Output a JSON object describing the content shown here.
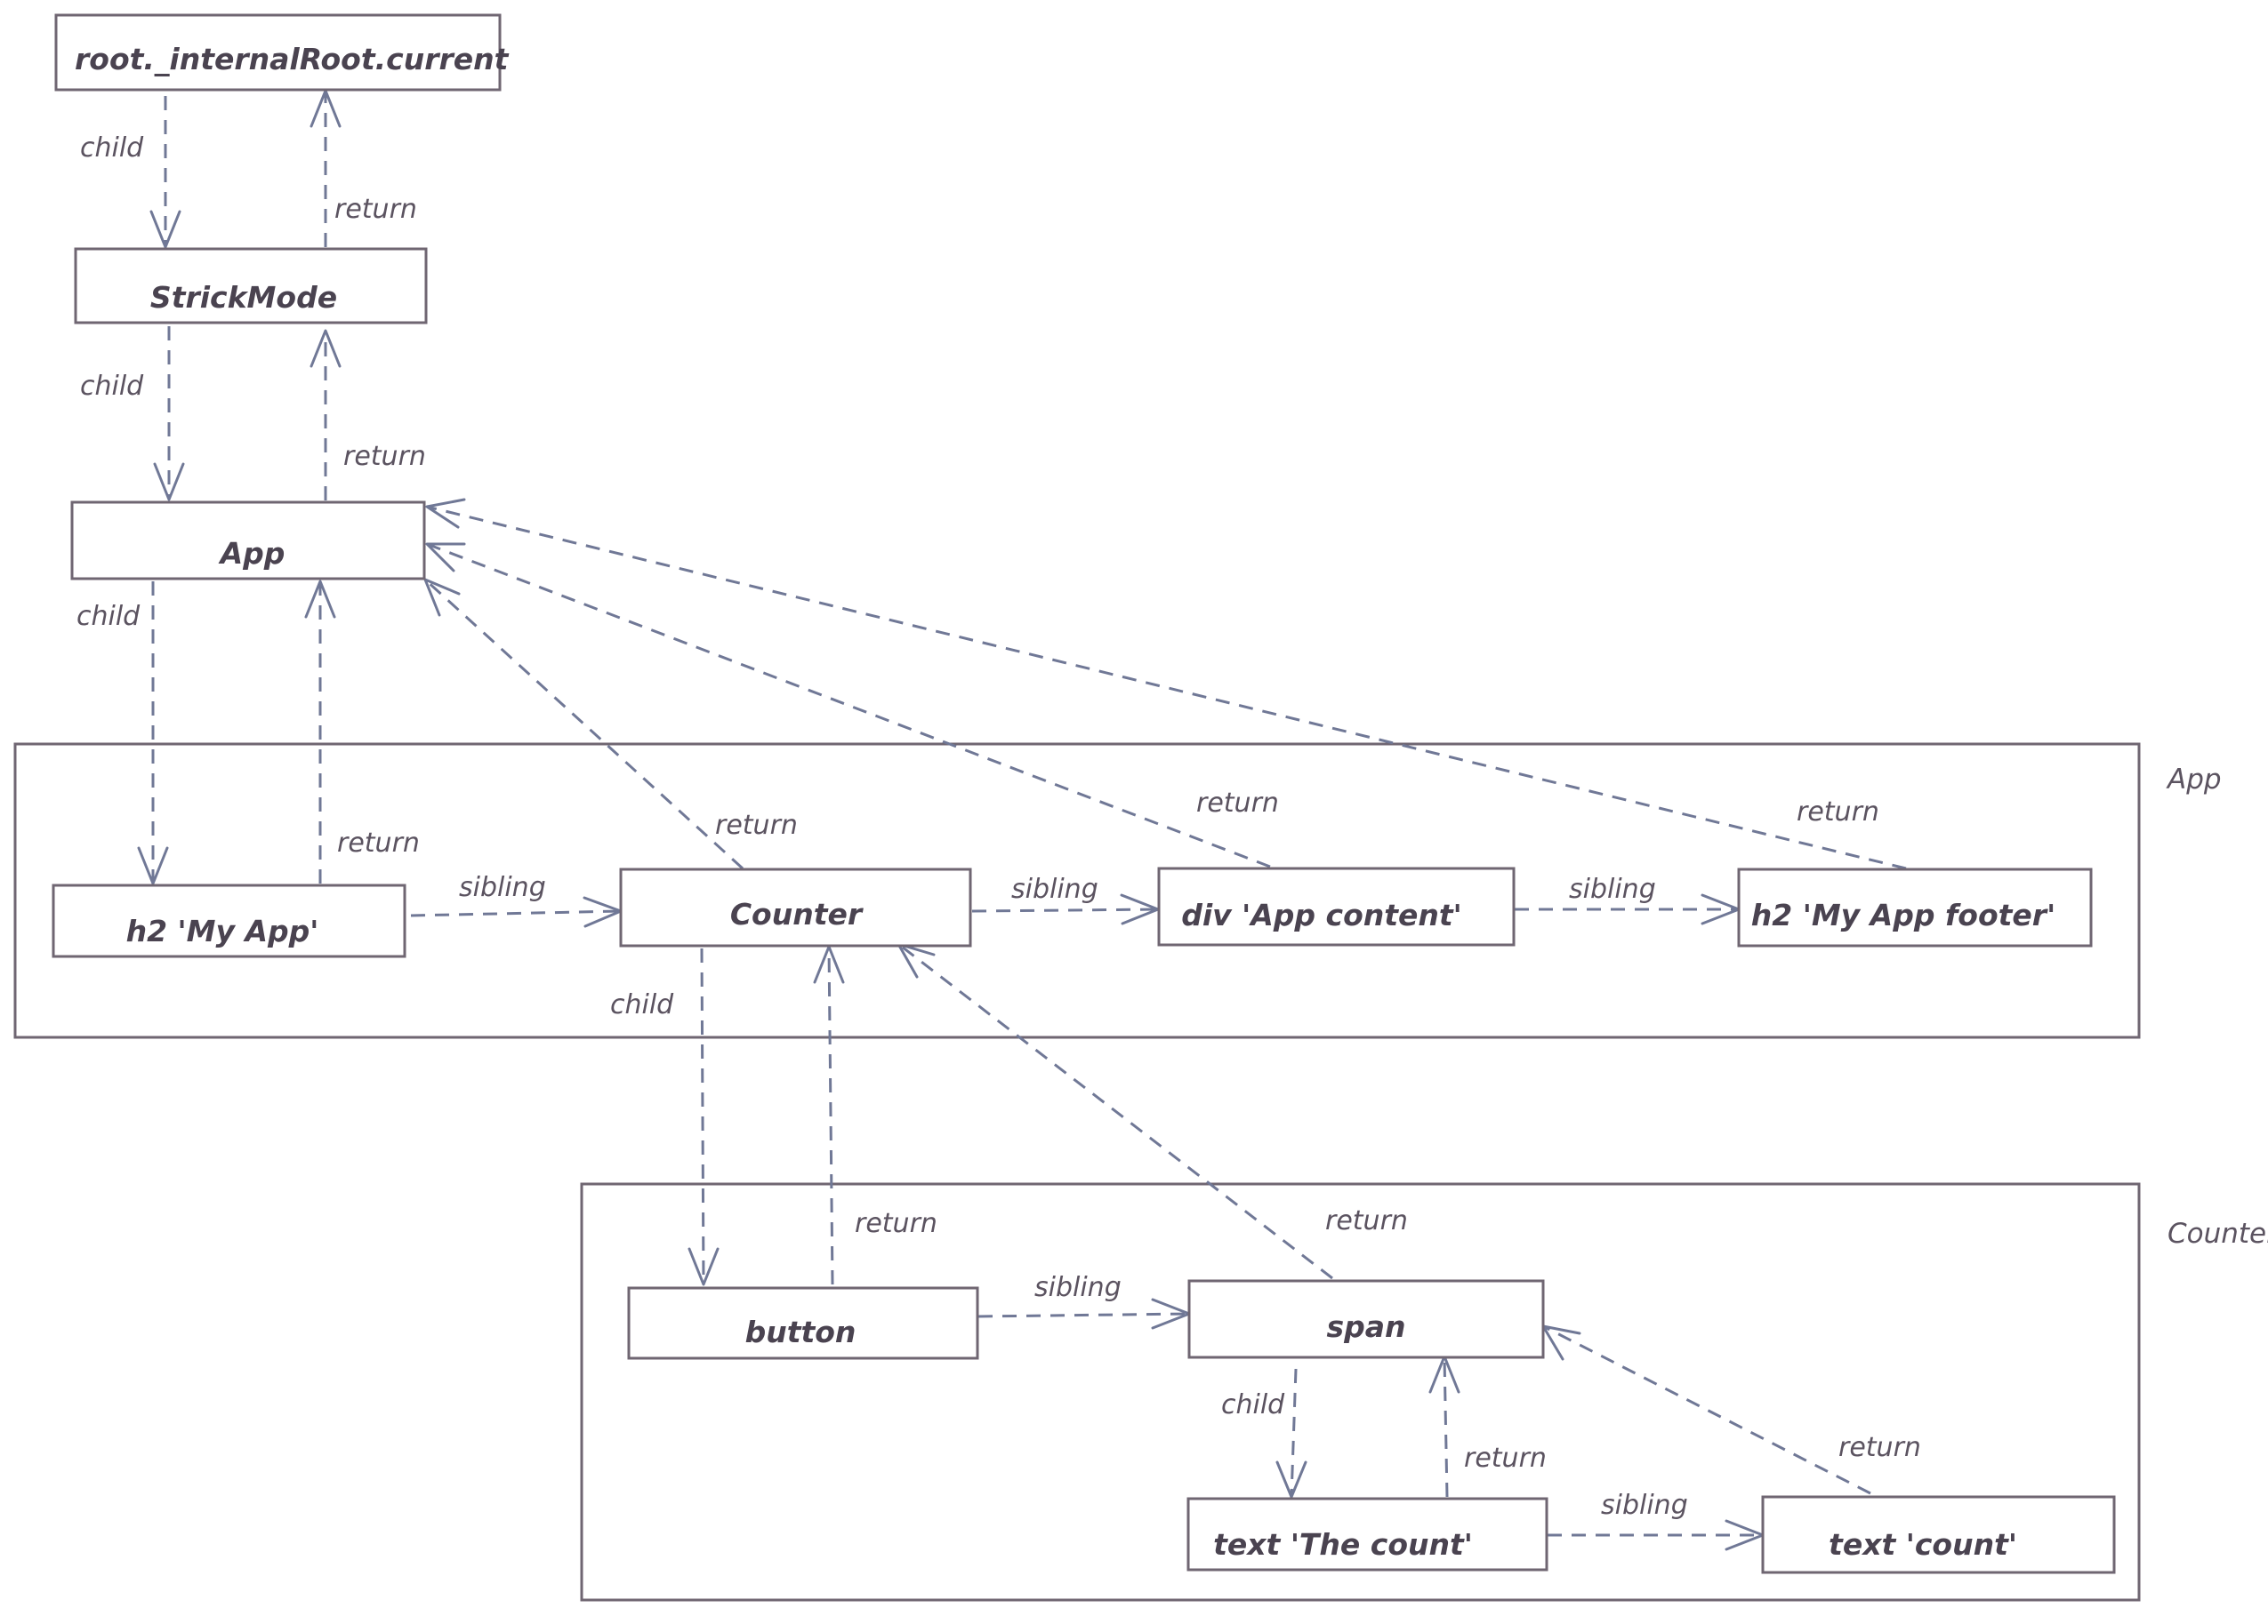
{
  "nodes": {
    "root": "root._internalRoot.current",
    "strictmode": "StrickMode",
    "app": "App",
    "h2_my_app": "h2 'My App'",
    "counter": "Counter",
    "div_app_content": "div 'App content'",
    "h2_footer": "h2 'My App footer'",
    "button": "button",
    "span": "span",
    "text_the_count": "text 'The count'",
    "text_count": "text 'count'"
  },
  "frames": {
    "app": "App",
    "counter": "Counter"
  },
  "edge_labels": {
    "child": "child",
    "return": "return",
    "sibling": "sibling"
  },
  "colors": {
    "node_border": "#6f6672",
    "edge": "#707896",
    "text": "#4a4350"
  }
}
